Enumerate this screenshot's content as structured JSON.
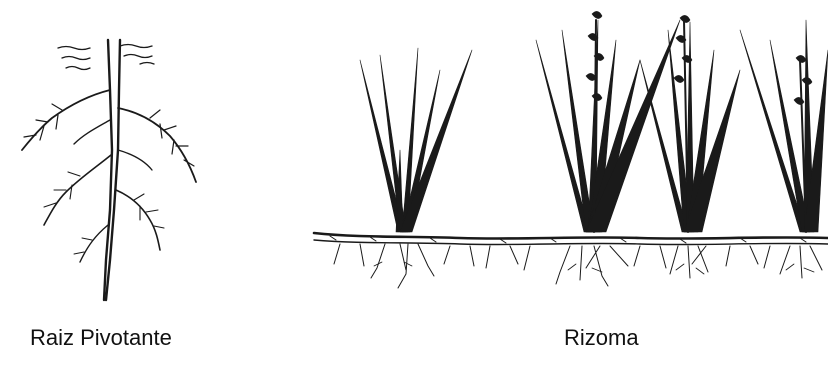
{
  "figures": [
    {
      "id": "taproot",
      "caption": "Raiz Pivotante"
    },
    {
      "id": "rhizome",
      "caption": "Rizoma"
    }
  ]
}
